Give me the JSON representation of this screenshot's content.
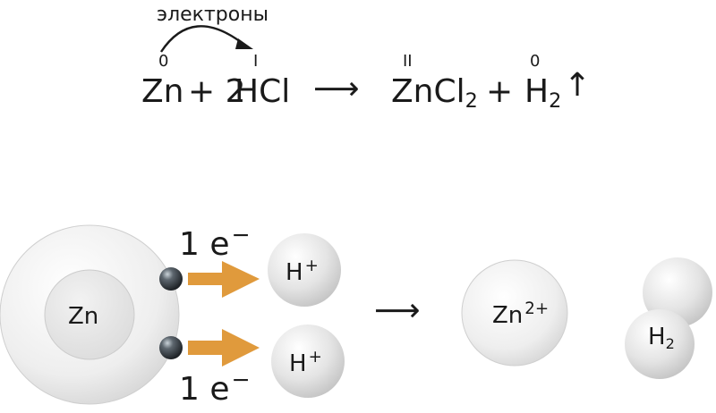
{
  "equation": {
    "arrow_label": "электроны",
    "zn": "Zn",
    "zn_ox": "0",
    "plus1": "+ 2",
    "hcl": "HCl",
    "hcl_ox": "I",
    "yields": "⟶",
    "zncl": "ZnCl",
    "zncl_sub": "2",
    "zncl_ox": "II",
    "plus2": "+",
    "h": "H",
    "h_sub": "2",
    "h_ox": "0",
    "gas_arrow": "↑"
  },
  "diagram": {
    "zn_atom_label": "Zn",
    "electron_top_label": "1 e",
    "electron_bottom_label": "1 e",
    "electron_charge": "−",
    "h_ion_top": "H",
    "h_ion_bottom": "H",
    "h_charge": "+",
    "yields": "⟶",
    "zn_ion": "Zn",
    "zn_ion_charge": "2+",
    "h2_mol": "H",
    "h2_sub": "2"
  },
  "colors": {
    "transfer_arrow": "#E09A3C",
    "electron": "#3A4148",
    "sphere_light": "#F0F0F0",
    "sphere_edge": "#C9C9C9"
  }
}
